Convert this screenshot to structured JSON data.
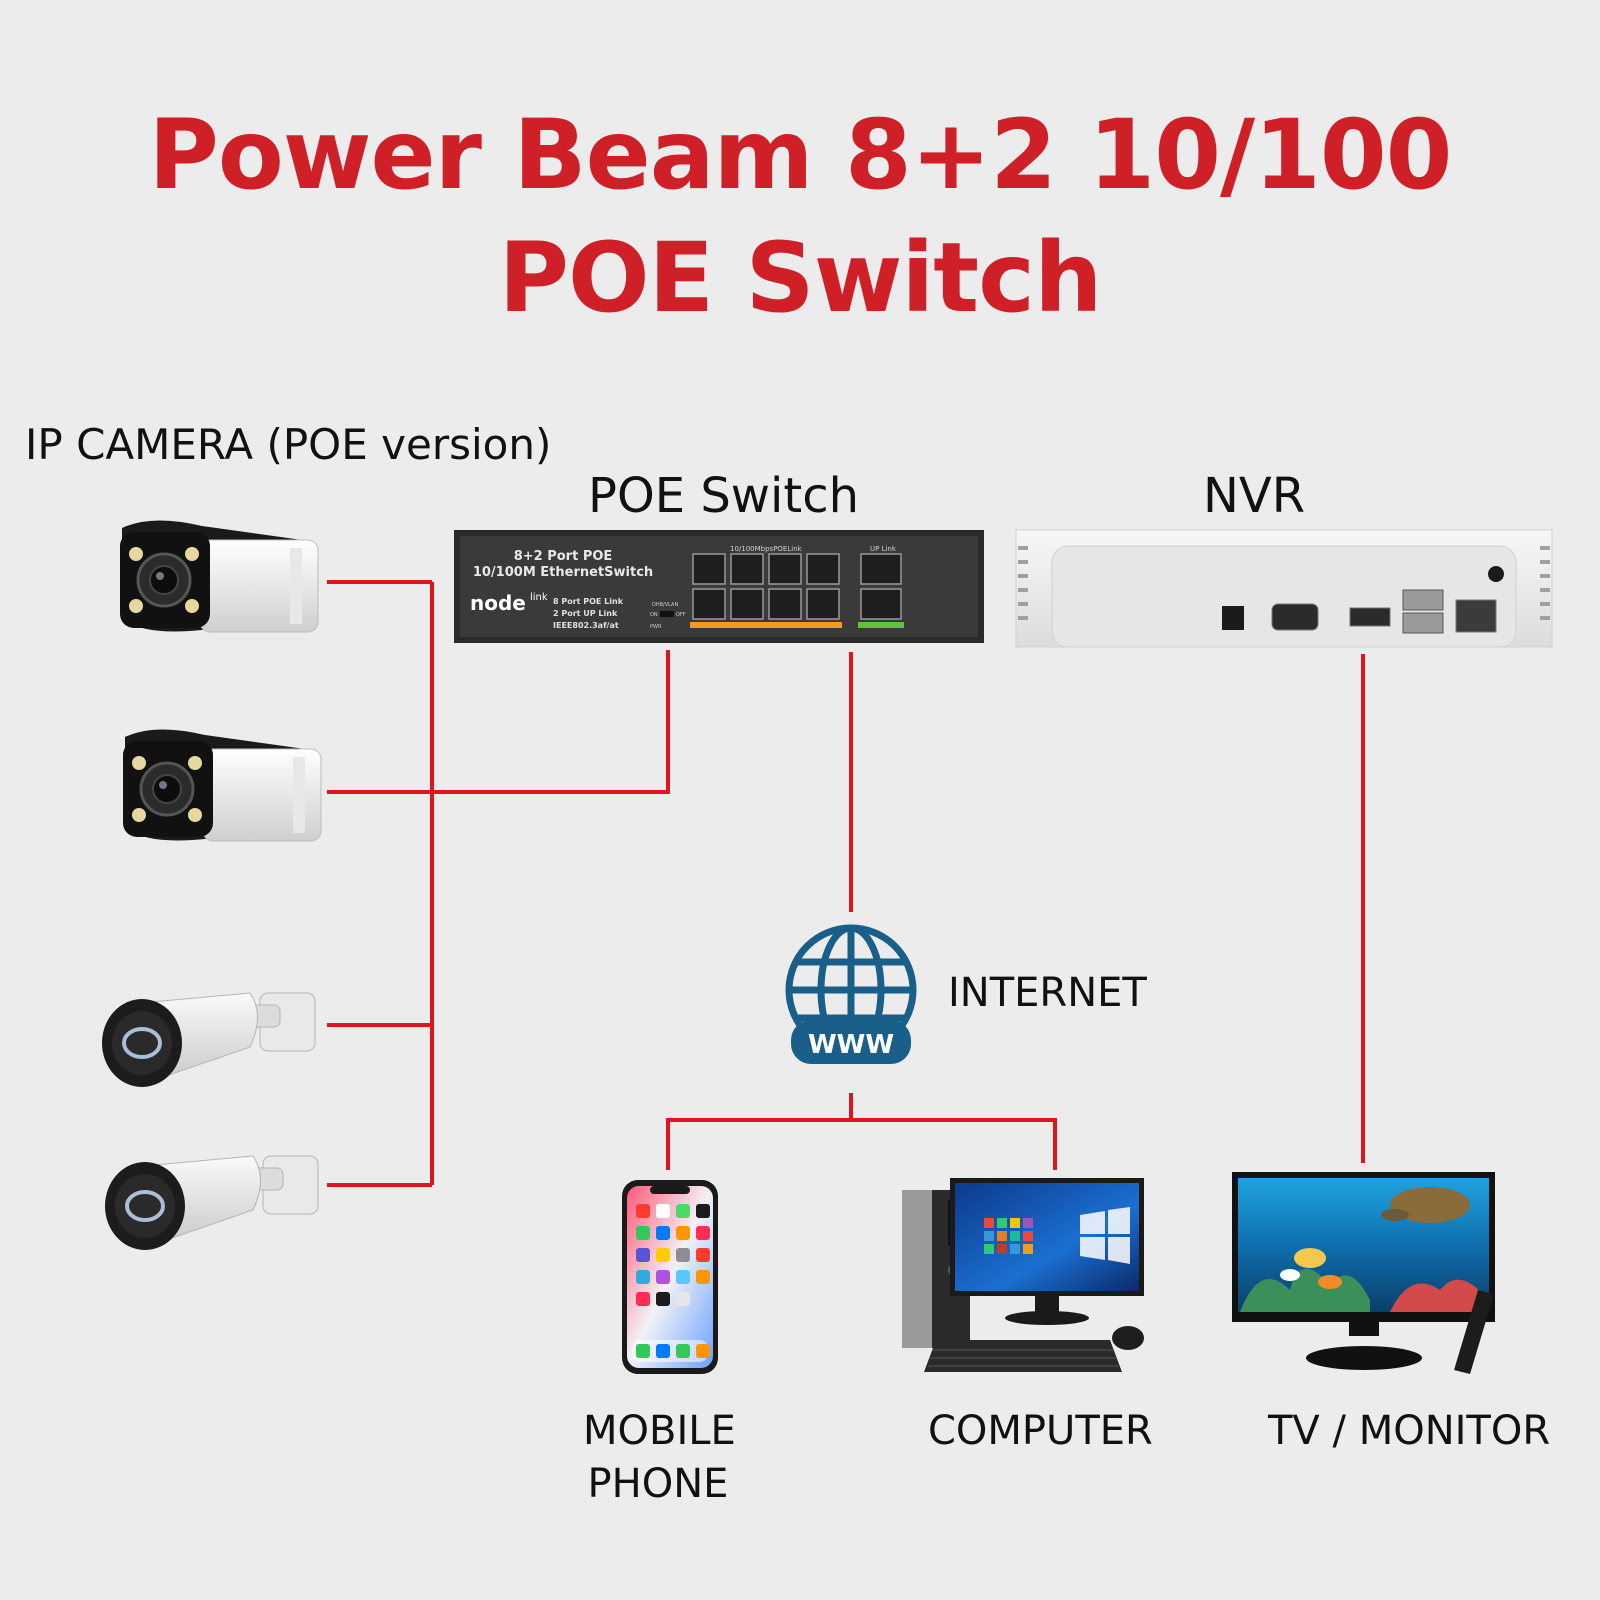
{
  "title": {
    "line1": "Power Beam 8+2 10/100",
    "line2": "POE Switch"
  },
  "labels": {
    "ip_camera": "IP CAMERA (POE version)",
    "poe_switch": "POE Switch",
    "nvr": "NVR",
    "internet": "INTERNET",
    "mobile_line1": "MOBILE",
    "mobile_line2": "PHONE",
    "computer": "COMPUTER",
    "tv_monitor": "TV / MONITOR"
  },
  "switch_device": {
    "line1": "8+2 Port POE",
    "line2": "10/100M EthernetSwitch",
    "brand": "node",
    "brand_sup": "link",
    "spec1": "8 Port POE Link",
    "spec2": "2 Port UP Link",
    "spec3": "IEEE802.3af/at",
    "port_header": "10/100MbpsPOELink",
    "uplink_header": "UP Link",
    "toggle_label": "DHB/VLAN",
    "on": "ON",
    "off": "OFF",
    "pwr": "PWR"
  },
  "globe": {
    "text": "WWW"
  },
  "colors": {
    "title": "#cf2027",
    "line": "#e0141e",
    "globe": "#1a5f8a",
    "background": "#ececec"
  },
  "icons": [
    "camera-icon",
    "switch-device",
    "nvr-device",
    "globe-icon",
    "phone-icon",
    "computer-icon",
    "monitor-icon"
  ]
}
